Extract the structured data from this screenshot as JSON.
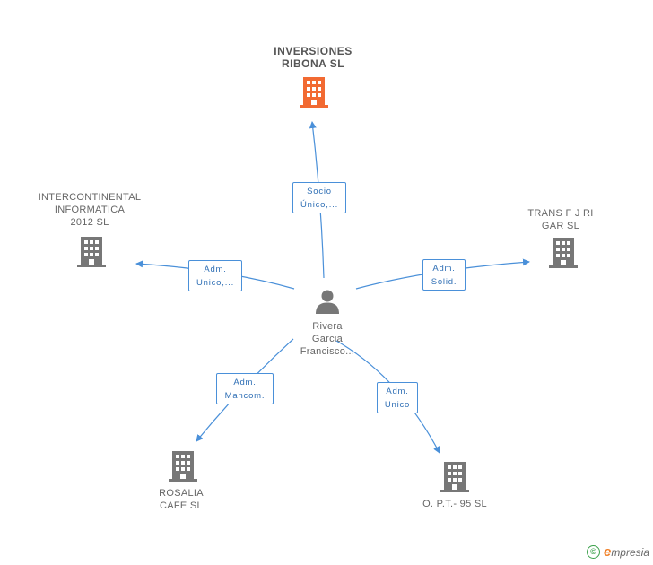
{
  "colors": {
    "edge": "#4a90d9",
    "company": "#777777",
    "focus_company": "#f26a32",
    "person": "#777777"
  },
  "center": {
    "label": "Rivera\nGarcia\nFrancisco..."
  },
  "nodes": [
    {
      "id": "inversiones",
      "label": "INVERSIONES\nRIBONA SL",
      "main": true
    },
    {
      "id": "intercontinental",
      "label": "INTERCONTINENTAL\nINFORMATICA\n2012 SL"
    },
    {
      "id": "trans",
      "label": "TRANS F J RI\nGAR SL"
    },
    {
      "id": "rosalia",
      "label": "ROSALIA\nCAFE SL"
    },
    {
      "id": "opt",
      "label": "O. P.T.- 95 SL"
    }
  ],
  "edges": [
    {
      "to": "inversiones",
      "label": "Socio\nÚnico,..."
    },
    {
      "to": "intercontinental",
      "label": "Adm.\nUnico,..."
    },
    {
      "to": "trans",
      "label": "Adm.\nSolid."
    },
    {
      "to": "rosalia",
      "label": "Adm.\nMancom."
    },
    {
      "to": "opt",
      "label": "Adm.\nUnico"
    }
  ],
  "footer": {
    "copyright": "©",
    "brand_initial": "e",
    "brand_rest": "mpresia"
  }
}
